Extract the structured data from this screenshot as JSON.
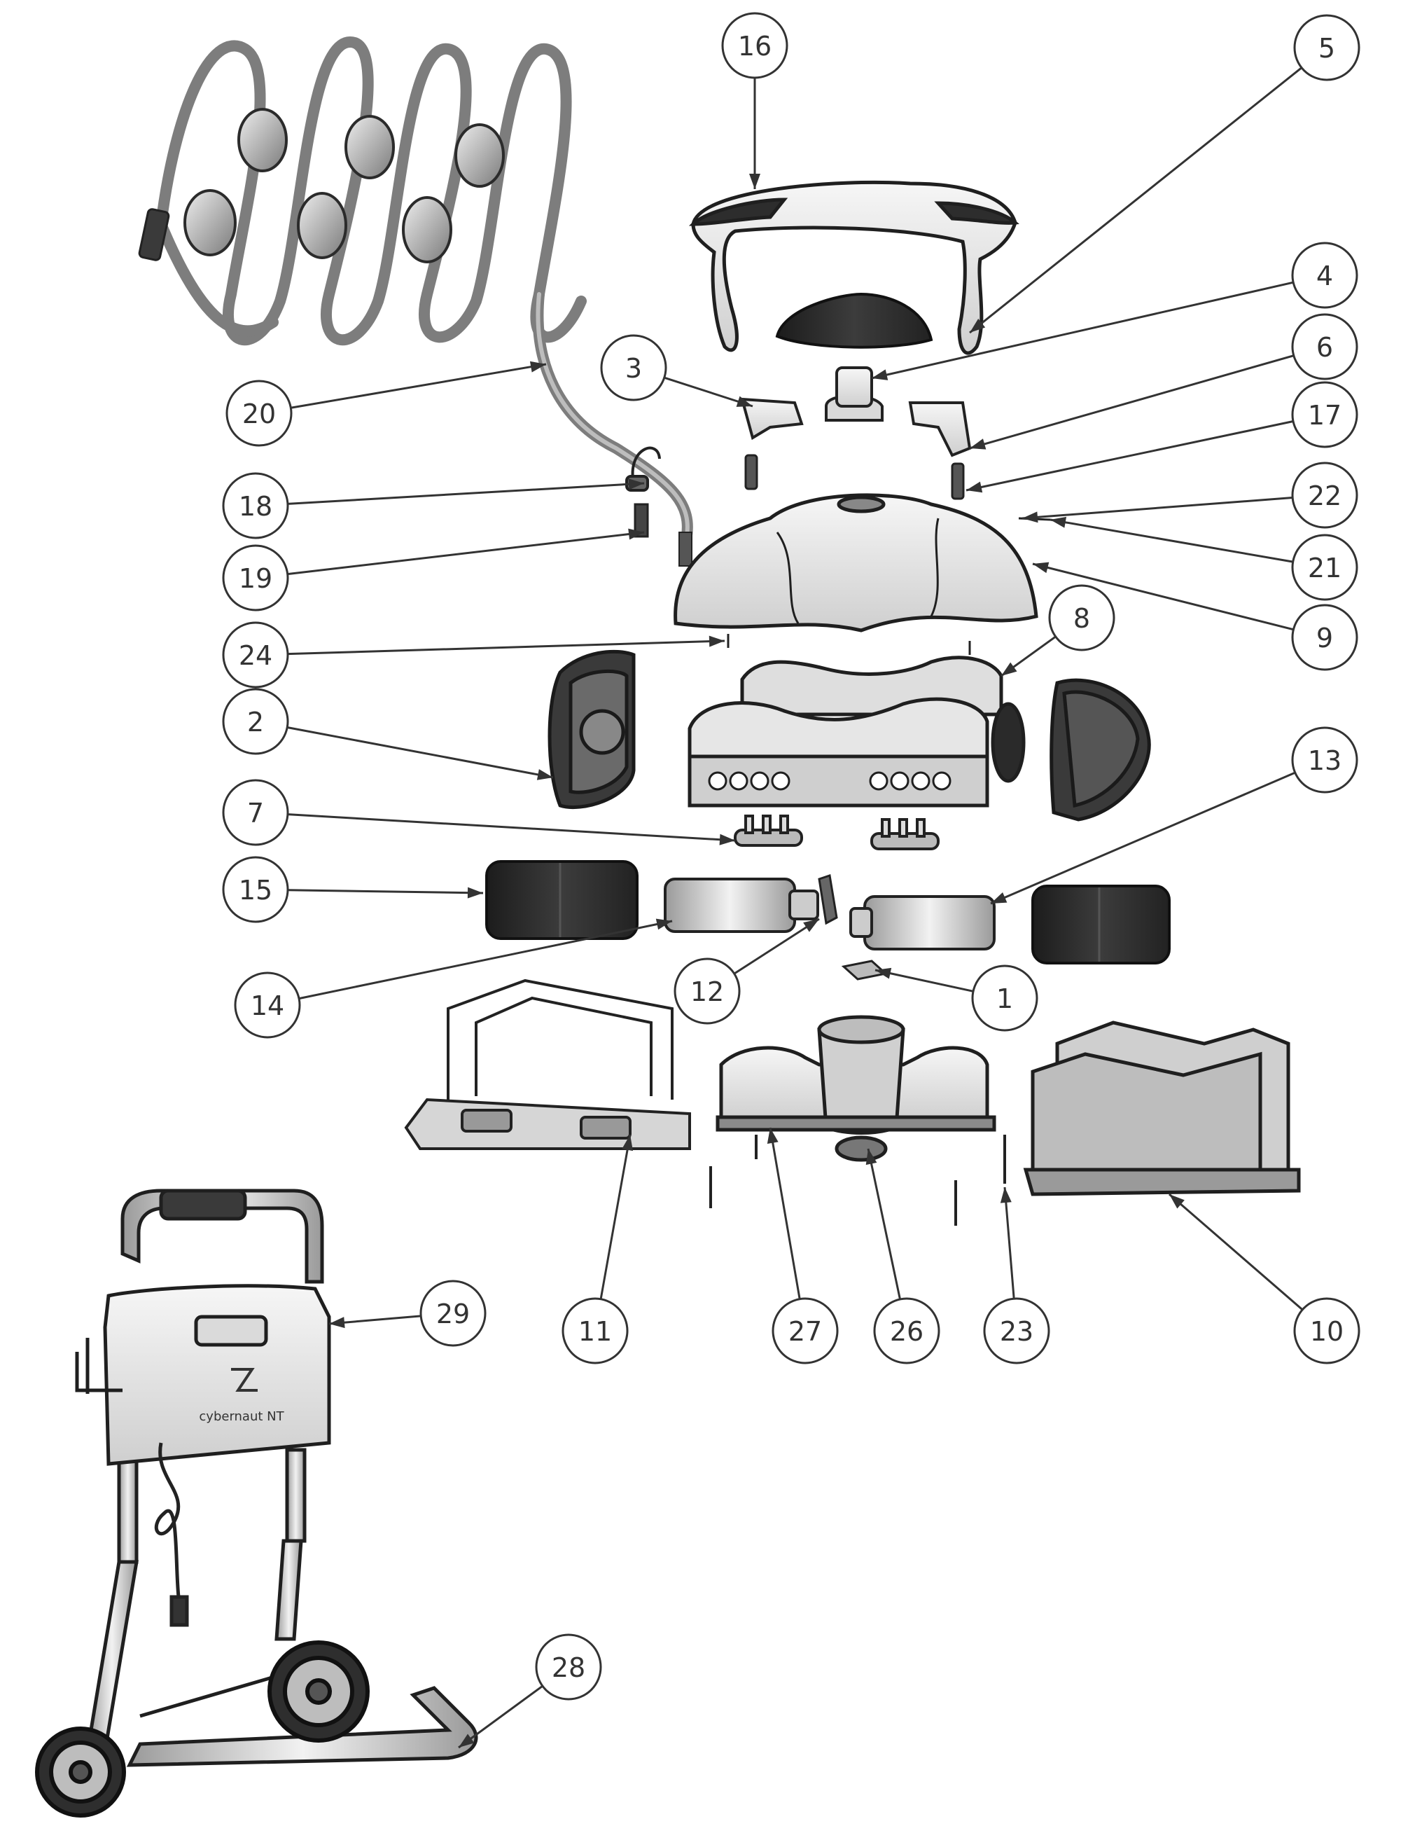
{
  "diagram": {
    "colors": {
      "part_stroke": "#2b2b2b",
      "part_light": "#ececec",
      "part_mid": "#b5b5b5",
      "part_dark": "#3a3a3a",
      "hose": "#8a8a8a",
      "leader": "#333333",
      "callout_text": "#333333"
    },
    "callouts": [
      {
        "id": "16",
        "label": "16"
      },
      {
        "id": "5",
        "label": "5"
      },
      {
        "id": "4",
        "label": "4"
      },
      {
        "id": "3",
        "label": "3"
      },
      {
        "id": "6",
        "label": "6"
      },
      {
        "id": "17",
        "label": "17"
      },
      {
        "id": "20",
        "label": "20"
      },
      {
        "id": "18",
        "label": "18"
      },
      {
        "id": "22",
        "label": "22"
      },
      {
        "id": "21",
        "label": "21"
      },
      {
        "id": "19",
        "label": "19"
      },
      {
        "id": "9",
        "label": "9"
      },
      {
        "id": "24",
        "label": "24"
      },
      {
        "id": "8",
        "label": "8"
      },
      {
        "id": "2",
        "label": "2"
      },
      {
        "id": "13",
        "label": "13"
      },
      {
        "id": "7",
        "label": "7"
      },
      {
        "id": "15",
        "label": "15"
      },
      {
        "id": "12",
        "label": "12"
      },
      {
        "id": "1",
        "label": "1"
      },
      {
        "id": "14",
        "label": "14"
      },
      {
        "id": "29",
        "label": "29"
      },
      {
        "id": "11",
        "label": "11"
      },
      {
        "id": "27",
        "label": "27"
      },
      {
        "id": "26",
        "label": "26"
      },
      {
        "id": "23",
        "label": "23"
      },
      {
        "id": "10",
        "label": "10"
      },
      {
        "id": "28",
        "label": "28"
      }
    ],
    "caddy_brand_text": "cybernaut NT"
  }
}
